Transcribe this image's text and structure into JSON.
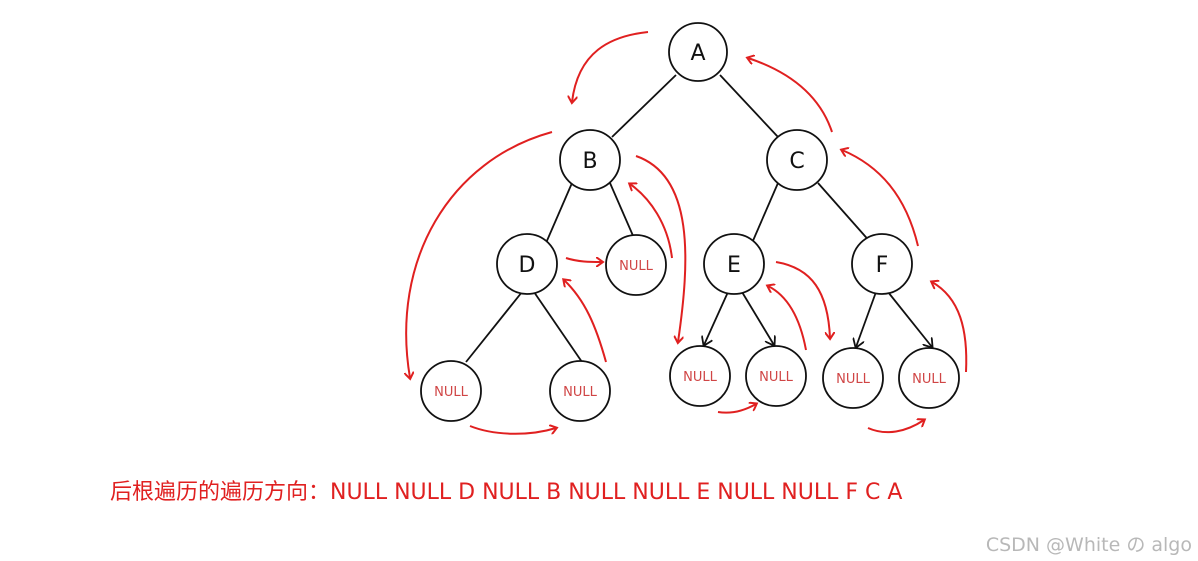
{
  "nodes": {
    "A": "A",
    "B": "B",
    "C": "C",
    "D": "D",
    "E": "E",
    "F": "F",
    "null": "NULL"
  },
  "caption": "后根遍历的遍历方向：NULL  NULL  D  NULL  B  NULL  NULL  E  NULL  NULL  F  C  A",
  "watermark": "CSDN @White の algo",
  "colors": {
    "node_stroke": "#111111",
    "arrow": "#e02020",
    "null_text": "#d04545",
    "watermark": "#b8b8b8"
  }
}
